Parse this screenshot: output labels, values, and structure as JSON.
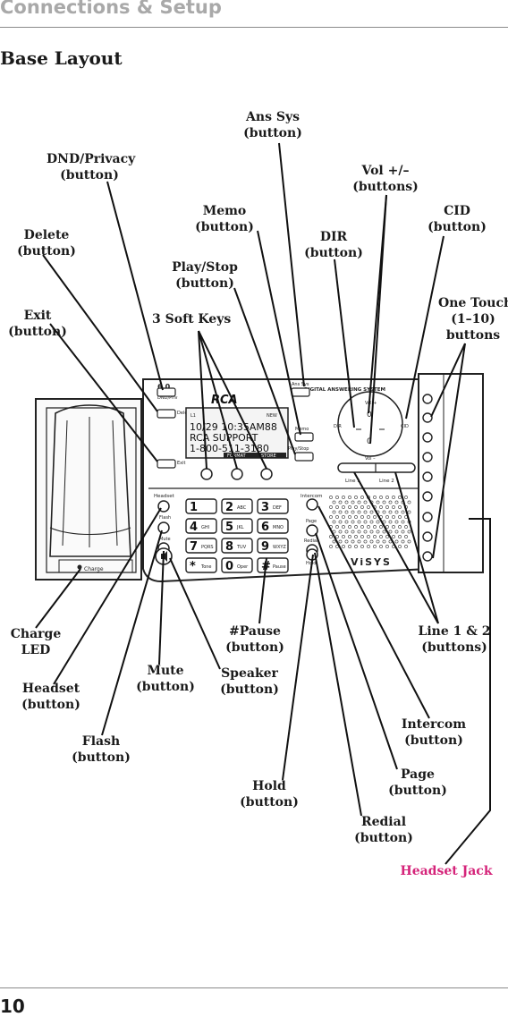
{
  "header": {
    "title": "Connections & Setup"
  },
  "section": {
    "title": "Base Layout"
  },
  "labels": {
    "ans_sys": [
      "Ans Sys",
      "(button)"
    ],
    "dnd": [
      "DND/Privacy",
      "(button)"
    ],
    "vol": [
      "Vol +/–",
      "(buttons)"
    ],
    "memo": [
      "Memo",
      "(button)"
    ],
    "cid": [
      "CID",
      "(button)"
    ],
    "delete": [
      "Delete",
      "(button)"
    ],
    "dir": [
      "DIR",
      "(button)"
    ],
    "play_stop": [
      "Play/Stop",
      "(button)"
    ],
    "one_touch": [
      "One Touch",
      "(1–10)",
      "buttons"
    ],
    "exit": [
      "Exit",
      "(button)"
    ],
    "soft_keys": [
      "3 Soft Keys"
    ],
    "charge_led": [
      "Charge",
      "LED"
    ],
    "pause": [
      "#Pause",
      "(button)"
    ],
    "line12": [
      "Line 1 & 2",
      "(buttons)"
    ],
    "mute": [
      "Mute",
      "(button)"
    ],
    "speaker": [
      "Speaker",
      "(button)"
    ],
    "headset": [
      "Headset",
      "(button)"
    ],
    "intercom": [
      "Intercom",
      "(button)"
    ],
    "flash": [
      "Flash",
      "(button)"
    ],
    "page": [
      "Page",
      "(button)"
    ],
    "hold": [
      "Hold",
      "(button)"
    ],
    "redial": [
      "Redial",
      "(button)"
    ],
    "headset_jack": [
      "Headset Jack"
    ]
  },
  "device": {
    "brand_logo": "RCA",
    "series_badge": "6.0",
    "das_title": "DIGITAL ANSWERING SYSTEM",
    "visys_logo": "ViSYS",
    "screen": {
      "line1": "10/29 10:35AM88",
      "line2": "RCA SUPPORT",
      "line3": "1-800-511-3180",
      "tag_new": "NEW",
      "tag_l1": "L1",
      "softkey_left": "FORMAT",
      "softkey_right": "STORE"
    },
    "left_buttons": [
      "DND/Priv",
      "Delete",
      "Exit"
    ],
    "right_buttons": [
      "Ans Sys",
      "Memo",
      "Play/Stop"
    ],
    "side_buttons_left": [
      "Headset",
      "Flash",
      "Mute"
    ],
    "side_buttons_right": [
      "Intercom",
      "Page",
      "Redial",
      "Hold"
    ],
    "nav": {
      "vol_up": "Vol +",
      "vol_down": "Vol –",
      "dir": "DIR",
      "cid": "CID"
    },
    "line_buttons": [
      "Line 1",
      "Line 2"
    ],
    "keypad": [
      {
        "digit": "1",
        "letters": ""
      },
      {
        "digit": "2",
        "letters": "ABC"
      },
      {
        "digit": "3",
        "letters": "DEF"
      },
      {
        "digit": "4",
        "letters": "GHI"
      },
      {
        "digit": "5",
        "letters": "JKL"
      },
      {
        "digit": "6",
        "letters": "MNO"
      },
      {
        "digit": "7",
        "letters": "PQRS"
      },
      {
        "digit": "8",
        "letters": "TUV"
      },
      {
        "digit": "9",
        "letters": "WXYZ"
      },
      {
        "digit": "*",
        "letters": "Tone"
      },
      {
        "digit": "0",
        "letters": "Oper"
      },
      {
        "digit": "#",
        "letters": "Pause"
      }
    ],
    "charge_label": "Charge"
  },
  "footer": {
    "page_number": "10"
  },
  "colors": {
    "accent": "#d5247a",
    "header_text": "#a9a9a9"
  }
}
